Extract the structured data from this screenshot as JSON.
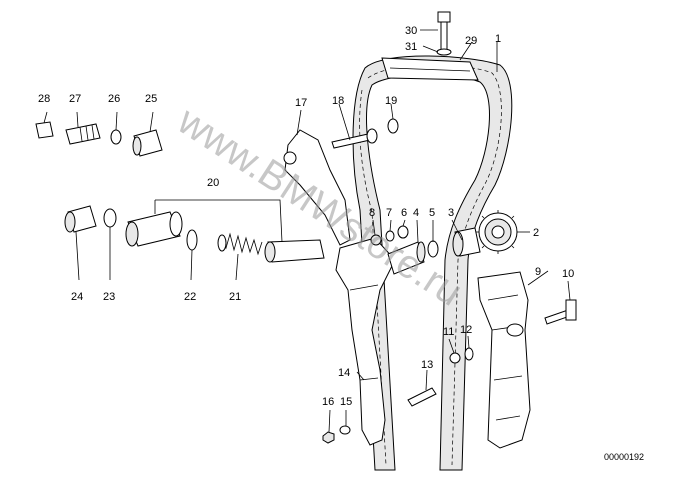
{
  "watermark": "www.BMWstore.ru",
  "diagram_ref": "00000192",
  "labels": {
    "n1": "1",
    "n2": "2",
    "n3": "3",
    "n4": "4",
    "n5": "5",
    "n6": "6",
    "n7": "7",
    "n8": "8",
    "n9": "9",
    "n10": "10",
    "n11": "11",
    "n12": "12",
    "n13": "13",
    "n14": "14",
    "n15": "15",
    "n16": "16",
    "n17": "17",
    "n18": "18",
    "n19": "19",
    "n20": "20",
    "n21": "21",
    "n22": "22",
    "n23": "23",
    "n24": "24",
    "n25": "25",
    "n26": "26",
    "n27": "27",
    "n28": "28",
    "n29": "29",
    "n30": "30",
    "n31": "31"
  }
}
